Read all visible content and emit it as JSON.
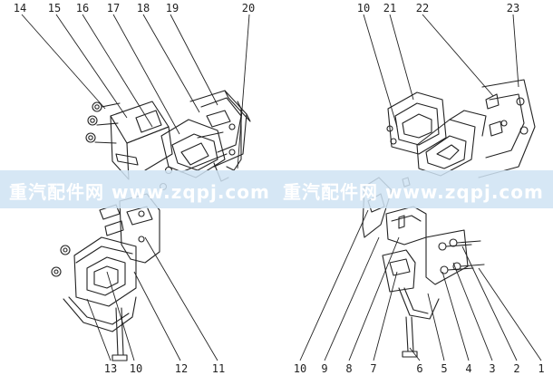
{
  "left_view": {
    "top_callouts": [
      "14",
      "15",
      "16",
      "17",
      "18",
      "19",
      "20"
    ],
    "bottom_callouts": [
      "13",
      "10",
      "12",
      "11"
    ]
  },
  "right_view": {
    "top_callouts": [
      "10",
      "21",
      "22",
      "23"
    ],
    "bottom_callouts": [
      "10",
      "9",
      "8",
      "7",
      "6",
      "5",
      "4",
      "3",
      "2",
      "1"
    ]
  },
  "watermark": {
    "left": "重汽配件网 www.zqpj.com",
    "right": "重汽配件网 www.zqpj.com"
  },
  "colors": {
    "line": "#222222",
    "watermark_band": "#cfe3f3",
    "watermark_text": "#ffffff"
  }
}
